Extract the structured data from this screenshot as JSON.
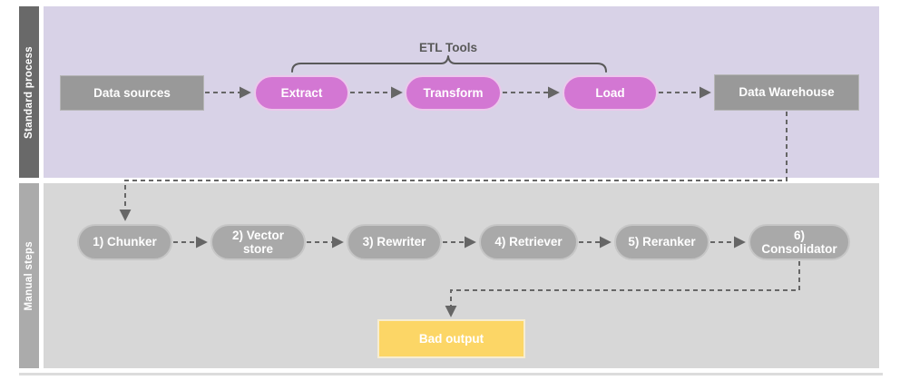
{
  "diagram": {
    "type": "swimlane-flowchart",
    "annotation": {
      "label": "ETL Tools",
      "spans_nodes": [
        "Extract",
        "Transform",
        "Load"
      ]
    },
    "lanes": [
      {
        "label": "Standard process",
        "nodes": [
          {
            "label": "Data sources",
            "shape": "rectangle",
            "color": "gray"
          },
          {
            "label": "Extract",
            "shape": "pill",
            "color": "magenta"
          },
          {
            "label": "Transform",
            "shape": "pill",
            "color": "magenta"
          },
          {
            "label": "Load",
            "shape": "pill",
            "color": "magenta"
          },
          {
            "label": "Data Warehouse",
            "shape": "rectangle",
            "color": "gray"
          }
        ]
      },
      {
        "label": "Manual steps",
        "nodes": [
          {
            "label": "1) Chunker",
            "shape": "pill",
            "color": "gray"
          },
          {
            "label": "2) Vector store",
            "shape": "pill",
            "color": "gray"
          },
          {
            "label": "3) Rewriter",
            "shape": "pill",
            "color": "gray"
          },
          {
            "label": "4) Retriever",
            "shape": "pill",
            "color": "gray"
          },
          {
            "label": "5) Reranker",
            "shape": "pill",
            "color": "gray"
          },
          {
            "label": "6) Consolidator",
            "shape": "pill",
            "color": "gray"
          },
          {
            "label": "Bad output",
            "shape": "rectangle",
            "color": "yellow"
          }
        ]
      }
    ],
    "connections": [
      {
        "from": "Data sources",
        "to": "Extract",
        "style": "dashed-arrow"
      },
      {
        "from": "Extract",
        "to": "Transform",
        "style": "dashed-arrow"
      },
      {
        "from": "Transform",
        "to": "Load",
        "style": "dashed-arrow"
      },
      {
        "from": "Load",
        "to": "Data Warehouse",
        "style": "dashed-arrow"
      },
      {
        "from": "Data Warehouse",
        "to": "1) Chunker",
        "style": "dashed-arrow-elbow"
      },
      {
        "from": "1) Chunker",
        "to": "2) Vector store",
        "style": "dashed-arrow"
      },
      {
        "from": "2) Vector store",
        "to": "3) Rewriter",
        "style": "dashed-arrow"
      },
      {
        "from": "3) Rewriter",
        "to": "4) Retriever",
        "style": "dashed-arrow"
      },
      {
        "from": "4) Retriever",
        "to": "5) Reranker",
        "style": "dashed-arrow"
      },
      {
        "from": "5) Reranker",
        "to": "6) Consolidator",
        "style": "dashed-arrow"
      },
      {
        "from": "6) Consolidator",
        "to": "Bad output",
        "style": "dashed-arrow-elbow"
      }
    ]
  },
  "colors": {
    "lane1_bg": "#d8d2e7",
    "lane1_label_bg": "#696969",
    "lane2_bg": "#d7d7d7",
    "lane2_label_bg": "#ababab",
    "magenta_pill": "#d377d3",
    "pink_border": "#ecc8ec",
    "gray_node": "#999999",
    "rect_border": "#b5b5b5",
    "gray_pill": "#a9a9a9",
    "gray_border": "#c6c6c6",
    "yellow_node": "#fcd666",
    "yellow_border": "#f7edd0",
    "connector": "#666666",
    "annotation_text": "#595959",
    "divider": "#dcdcdc",
    "node_text": "#ffffff"
  }
}
